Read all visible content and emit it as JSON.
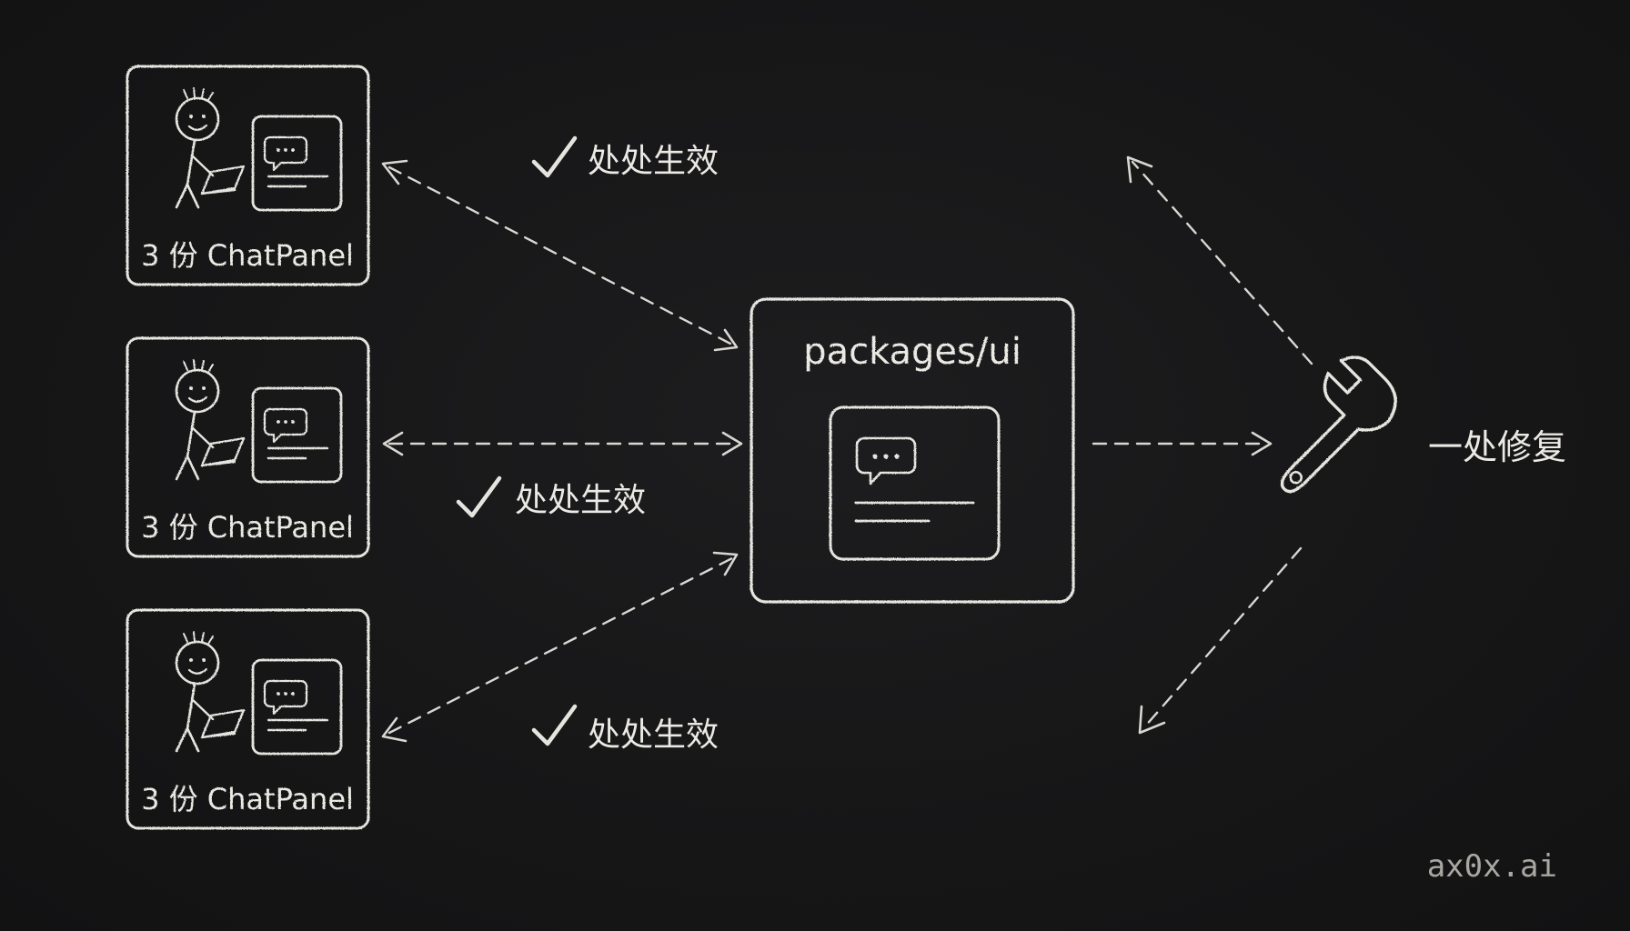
{
  "consumers": [
    {
      "label": "3 份 ChatPanel"
    },
    {
      "label": "3 份 ChatPanel"
    },
    {
      "label": "3 份 ChatPanel"
    }
  ],
  "effects": [
    {
      "label": "处处生效"
    },
    {
      "label": "处处生效"
    },
    {
      "label": "处处生效"
    }
  ],
  "package": {
    "label": "packages/ui"
  },
  "fix": {
    "label": "一处修复"
  },
  "watermark": "ax0x.ai",
  "icons": {
    "person": "stick-figure-laptop-icon",
    "chat": "chat-bubble-icon",
    "check": "checkmark-icon",
    "fix": "wrench-icon"
  },
  "colors": {
    "background": "#151516",
    "chalk": "#e6e4df"
  }
}
